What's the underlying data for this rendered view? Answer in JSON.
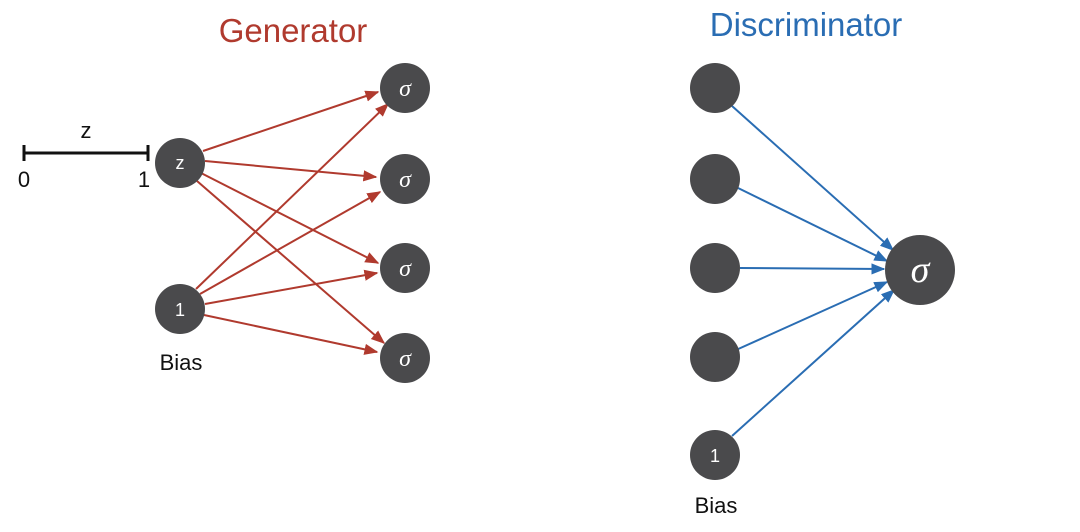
{
  "generator": {
    "title": "Generator",
    "color": "#b03a2e",
    "z_slider": {
      "label": "z",
      "min_label": "0",
      "max_label": "1"
    },
    "input_nodes": [
      {
        "label": "z"
      },
      {
        "label": "1"
      }
    ],
    "bias_label": "Bias",
    "output_nodes": [
      {
        "label": "σ"
      },
      {
        "label": "σ"
      },
      {
        "label": "σ"
      },
      {
        "label": "σ"
      }
    ]
  },
  "discriminator": {
    "title": "Discriminator",
    "color": "#2a6db3",
    "input_nodes": [
      {
        "label": ""
      },
      {
        "label": ""
      },
      {
        "label": ""
      },
      {
        "label": ""
      },
      {
        "label": "1"
      }
    ],
    "bias_label": "Bias",
    "output_node": {
      "label": "σ"
    }
  },
  "node_color": "#4a4a4c"
}
